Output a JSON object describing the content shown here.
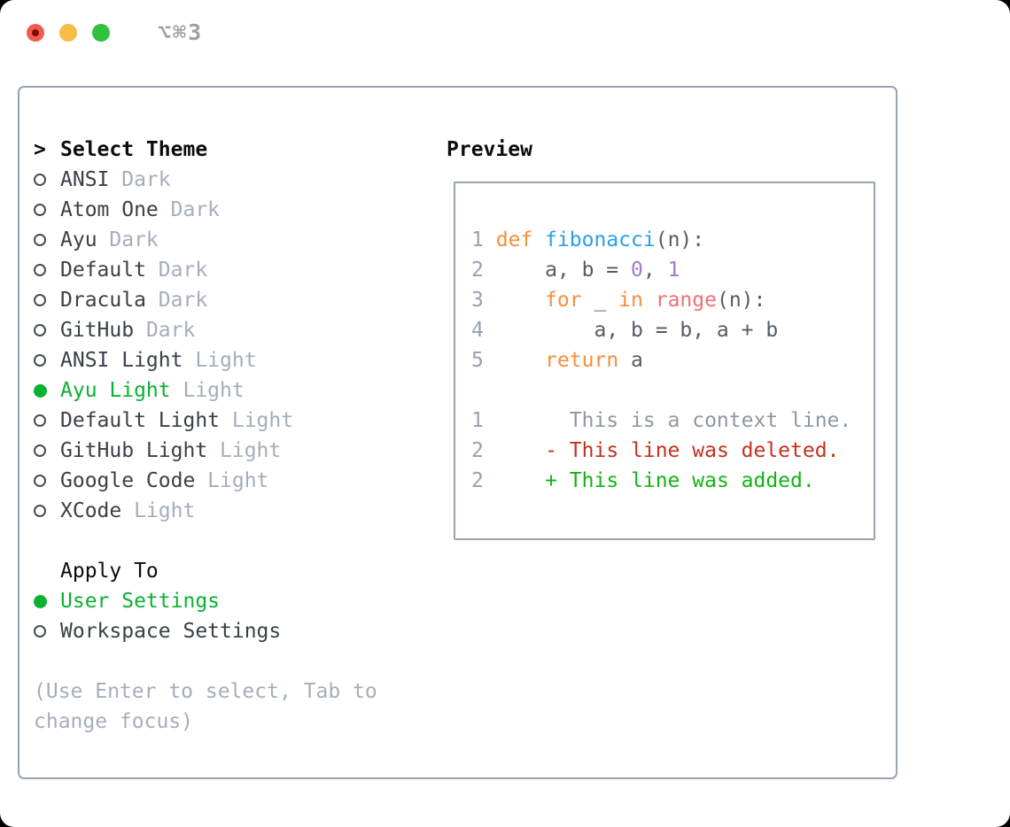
{
  "titlebar": {
    "shortcut": "⌥⌘3"
  },
  "theme_panel": {
    "cursor": ">",
    "title": "Select Theme",
    "items": [
      {
        "name": "ANSI",
        "tag": "Dark",
        "selected": false
      },
      {
        "name": "Atom One",
        "tag": "Dark",
        "selected": false
      },
      {
        "name": "Ayu",
        "tag": "Dark",
        "selected": false
      },
      {
        "name": "Default",
        "tag": "Dark",
        "selected": false
      },
      {
        "name": "Dracula",
        "tag": "Dark",
        "selected": false
      },
      {
        "name": "GitHub",
        "tag": "Dark",
        "selected": false
      },
      {
        "name": "ANSI Light",
        "tag": "Light",
        "selected": false
      },
      {
        "name": "Ayu Light",
        "tag": "Light",
        "selected": true
      },
      {
        "name": "Default Light",
        "tag": "Light",
        "selected": false
      },
      {
        "name": "GitHub Light",
        "tag": "Light",
        "selected": false
      },
      {
        "name": "Google Code",
        "tag": "Light",
        "selected": false
      },
      {
        "name": "XCode",
        "tag": "Light",
        "selected": false
      }
    ],
    "apply_to": {
      "title": "Apply To",
      "options": [
        {
          "label": "User Settings",
          "selected": true
        },
        {
          "label": "Workspace Settings",
          "selected": false
        }
      ]
    },
    "help": "(Use Enter to select, Tab to change focus)"
  },
  "preview": {
    "title": "Preview",
    "lines": [
      {
        "num": "1",
        "tokens": [
          {
            "t": "def",
            "c": "kw"
          },
          {
            "t": " ",
            "c": "plain"
          },
          {
            "t": "fibonacci",
            "c": "fn"
          },
          {
            "t": "(n):",
            "c": "plain"
          }
        ]
      },
      {
        "num": "2",
        "tokens": [
          {
            "t": "    a, b = ",
            "c": "plain"
          },
          {
            "t": "0",
            "c": "const"
          },
          {
            "t": ", ",
            "c": "plain"
          },
          {
            "t": "1",
            "c": "const"
          }
        ]
      },
      {
        "num": "3",
        "tokens": [
          {
            "t": "    ",
            "c": "plain"
          },
          {
            "t": "for",
            "c": "kw"
          },
          {
            "t": " _ ",
            "c": "plain"
          },
          {
            "t": "in",
            "c": "kw"
          },
          {
            "t": " ",
            "c": "plain"
          },
          {
            "t": "range",
            "c": "call"
          },
          {
            "t": "(n):",
            "c": "plain"
          }
        ]
      },
      {
        "num": "4",
        "tokens": [
          {
            "t": "        a, b = b, a + b",
            "c": "plain"
          }
        ]
      },
      {
        "num": "5",
        "tokens": [
          {
            "t": "    ",
            "c": "plain"
          },
          {
            "t": "return",
            "c": "kw"
          },
          {
            "t": " a",
            "c": "plain"
          }
        ]
      },
      {
        "num": "",
        "tokens": []
      },
      {
        "num": "1",
        "tokens": [
          {
            "t": "      This is a context line.",
            "c": "ctx"
          }
        ]
      },
      {
        "num": "2",
        "tokens": [
          {
            "t": "    ",
            "c": "plain"
          },
          {
            "t": "- This line was deleted.",
            "c": "del"
          }
        ]
      },
      {
        "num": "2",
        "tokens": [
          {
            "t": "    ",
            "c": "plain"
          },
          {
            "t": "+ This line was added.",
            "c": "add"
          }
        ]
      }
    ]
  },
  "colors": {
    "selection_green": "#0bb132",
    "diff_added": "#12b414",
    "diff_deleted": "#c5321d",
    "keyword_orange": "#fa8d3e",
    "function_blue": "#2b9fe8",
    "call_coral": "#f07171",
    "number_purple": "#a37acc",
    "code_plain": "#565d66",
    "line_number_gray": "#97a1b0",
    "context_gray": "#8f98a2",
    "muted_gray": "#a4aebb",
    "item_text": "#3a4149",
    "border_gray": "#9aa4b2",
    "traffic_red": "#f15c51",
    "traffic_yellow": "#f7bd45",
    "traffic_green": "#2fc23f"
  }
}
